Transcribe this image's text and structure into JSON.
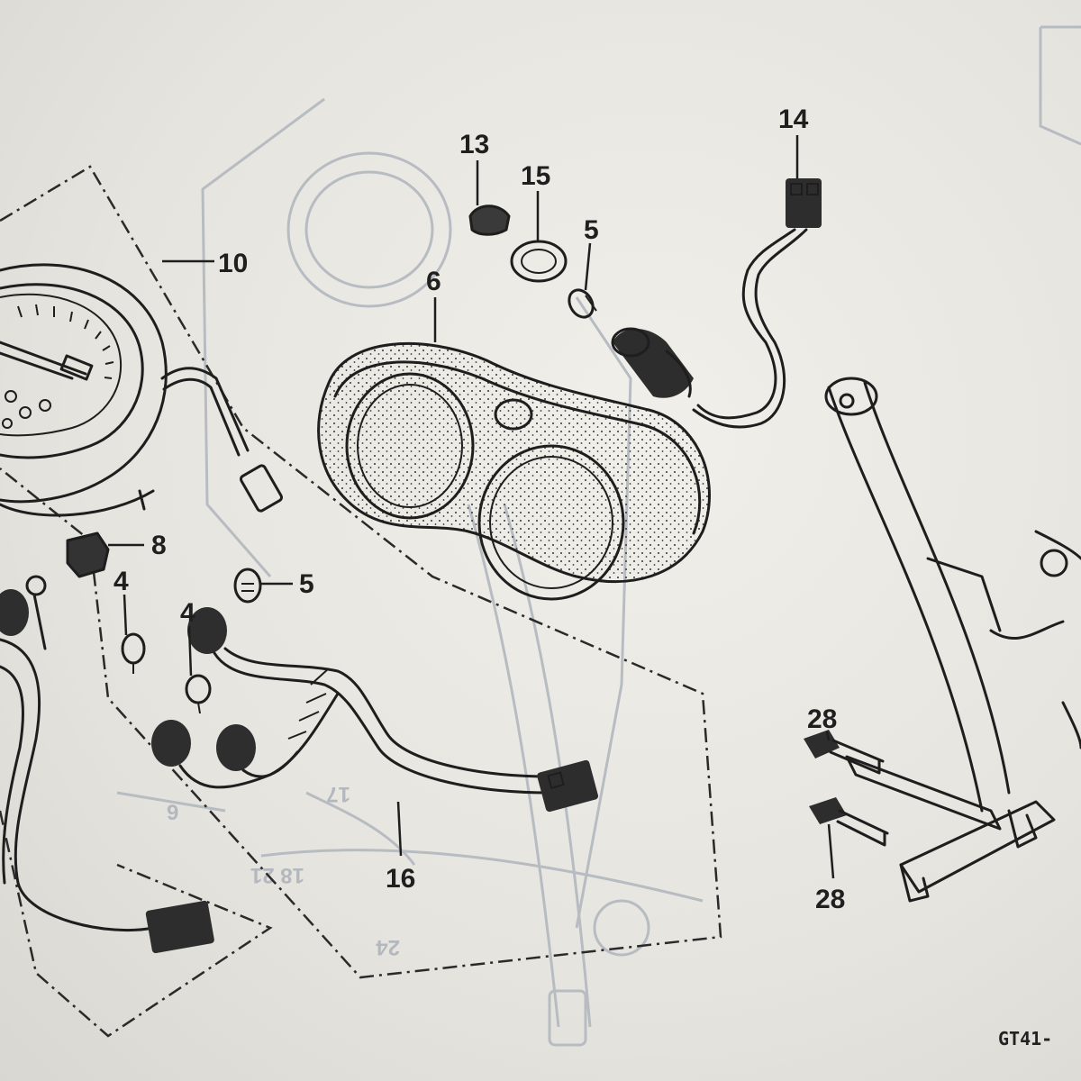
{
  "diagram": {
    "callouts": [
      {
        "id": "c10",
        "text": "10"
      },
      {
        "id": "c6",
        "text": "6"
      },
      {
        "id": "c13",
        "text": "13"
      },
      {
        "id": "c15",
        "text": "15"
      },
      {
        "id": "c5a",
        "text": "5"
      },
      {
        "id": "c14",
        "text": "14"
      },
      {
        "id": "c8",
        "text": "8"
      },
      {
        "id": "c5b",
        "text": "5"
      },
      {
        "id": "c4a",
        "text": "4"
      },
      {
        "id": "c4b",
        "text": "4"
      },
      {
        "id": "c16",
        "text": "16"
      },
      {
        "id": "c28a",
        "text": "28"
      },
      {
        "id": "c28b",
        "text": "28"
      }
    ],
    "ghost_labels": [
      {
        "id": "g9",
        "text": "9"
      },
      {
        "id": "g17",
        "text": "17"
      },
      {
        "id": "g1821",
        "text": "18 21"
      },
      {
        "id": "g24",
        "text": "24"
      }
    ],
    "figure_code": "GT41-"
  }
}
